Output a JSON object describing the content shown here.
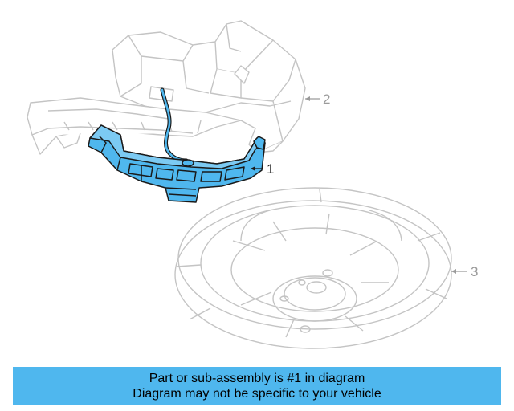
{
  "diagram": {
    "callouts": [
      {
        "label": "1"
      },
      {
        "label": "2"
      },
      {
        "label": "3"
      }
    ],
    "highlight_color": "#4FB7EE",
    "outline_color_active": "#1A1A1A",
    "outline_color_ghost": "#C4C4C4",
    "callout_color_active": "#1A1A1A",
    "callout_color_ghost": "#9A9A9A"
  },
  "banner": {
    "line1": "Part or sub-assembly is #1 in diagram",
    "line2": "Diagram may not be specific to your vehicle",
    "background": "#4FB7EE"
  }
}
